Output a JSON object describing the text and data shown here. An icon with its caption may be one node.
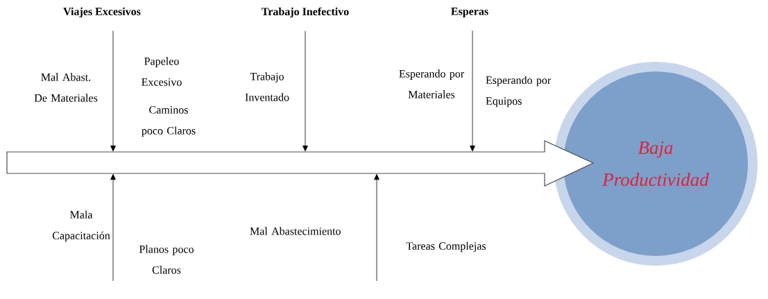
{
  "diagram": {
    "nodes": [
      {
        "text": [
          "Viajes Excesivos"
        ]
      },
      {
        "text": [
          "Trabajo Inefectivo"
        ]
      },
      {
        "text": [
          "Esperas"
        ]
      },
      {
        "text": [],
        "shape": "arrow"
      },
      {
        "text": [
          "Baja Productividad"
        ]
      }
    ],
    "edges": [
      {
        "from": 0,
        "to": 3,
        "arrow": "to"
      },
      {
        "from": 1,
        "to": 3,
        "arrow": "to"
      },
      {
        "from": 2,
        "to": 3,
        "arrow": "to"
      },
      {
        "from": null,
        "to": 3,
        "arrow": "to"
      },
      {
        "from": null,
        "to": 3,
        "arrow": "to"
      }
    ],
    "labels": [
      "Mal Abast. De Materiales",
      "Papeleo Excesivo",
      "Caminos poco Claros",
      "Trabajo Inventado",
      "Esperando por Materiales",
      "Esperando por Equipos",
      "Mala Capacitación",
      "Planos poco Claros",
      "Mal Abastecimiento",
      "Tareas Complejas"
    ]
  }
}
